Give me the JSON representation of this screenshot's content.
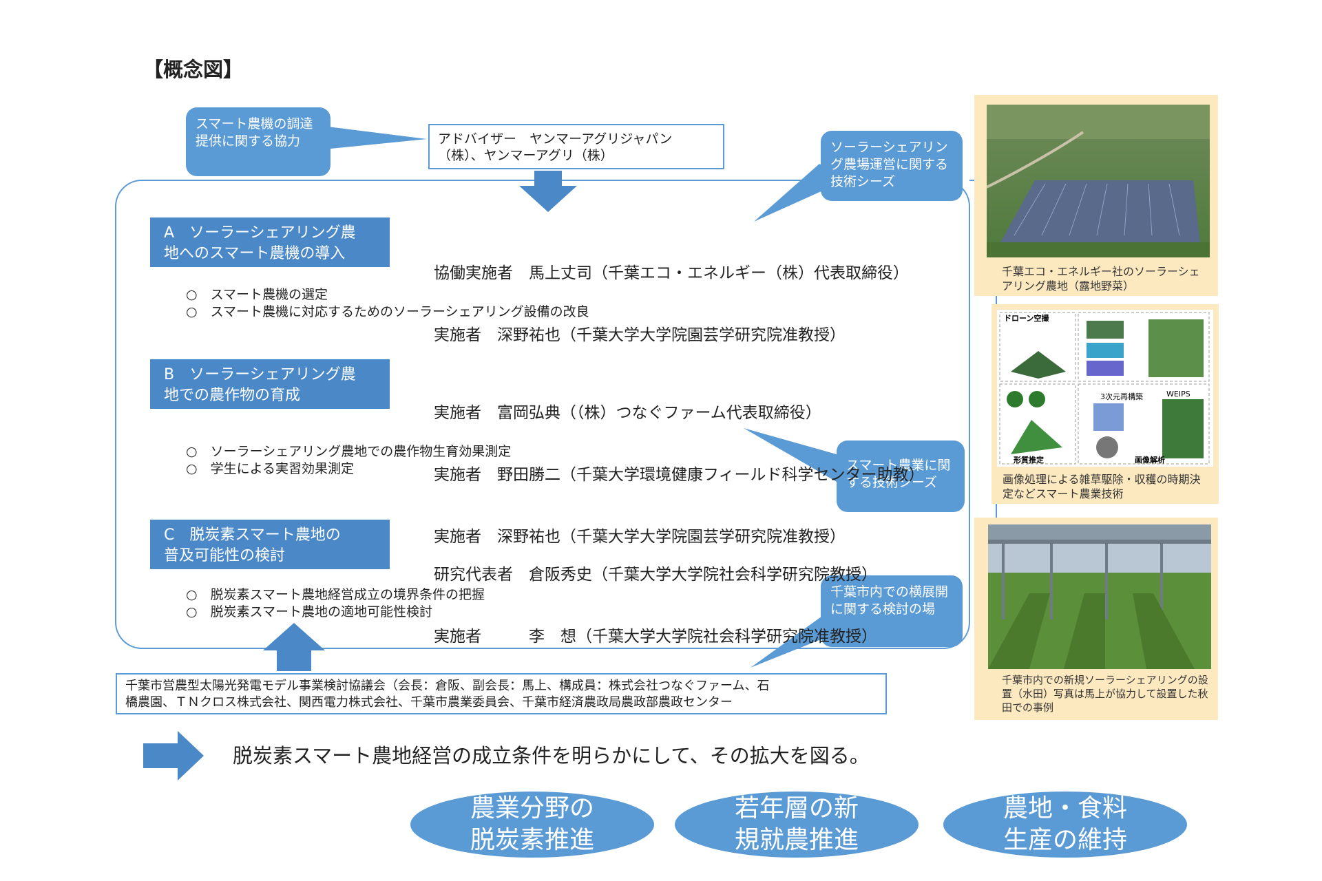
{
  "title": "【概念図】",
  "callouts": {
    "tl": "スマート農機の調達提供に関する協力",
    "tr": "ソーラーシェアリング農場運営に関する技術シーズ",
    "mr": "スマート農業に関する技術シーズ",
    "br": "千葉市内での横展開に関する検討の場"
  },
  "advisor": {
    "line1": "アドバイザー　ヤンマーアグリジャパン",
    "line2": "（株）、ヤンマーアグリ（株）"
  },
  "sections": [
    {
      "header1": "A　ソーラーシェアリング農",
      "header2": "地へのスマート農機の導入",
      "people": [
        "協働実施者　馬上丈司（千葉エコ・エネルギー（株）代表取締役）",
        "実施者　深野祐也（千葉大学大学院園芸学研究院准教授）"
      ],
      "bullets": [
        "○　スマート農機の選定",
        "○　スマート農機に対応するためのソーラーシェアリング設備の改良"
      ]
    },
    {
      "header1": "B　ソーラーシェアリング農",
      "header2": "地での農作物の育成",
      "people": [
        "実施者　富岡弘典（（株）つなぐファーム代表取締役）",
        "実施者　野田勝二（千葉大学環境健康フィールド科学センター助教）",
        "実施者　深野祐也（千葉大学大学院園芸学研究院准教授）"
      ],
      "bullets": [
        "○　ソーラーシェアリング農地での農作物生育効果測定",
        "○　学生による実習効果測定"
      ]
    },
    {
      "header1": "C　脱炭素スマート農地の",
      "header2": "普及可能性の検討",
      "people": [
        "研究代表者　倉阪秀史（千葉大学大学院社会科学研究院教授）",
        "実施者　　　李　想（千葉大学大学院社会科学研究院准教授）"
      ],
      "bullets": [
        "○　脱炭素スマート農地経営成立の境界条件の把握",
        "○　脱炭素スマート農地の適地可能性検討"
      ]
    }
  ],
  "council": {
    "line1": "千葉市営農型太陽光発電モデル事業検討協議会（会長：倉阪、副会長：馬上、構成員：株式会社つなぐファーム、石",
    "line2": "橋農園、ＴＮクロス株式会社、関西電力株式会社、千葉市農業委員会、千葉市経済農政局農政部農政センター"
  },
  "conclusion": "脱炭素スマート農地経営の成立条件を明らかにして、その拡大を図る。",
  "goals": [
    {
      "line1": "農業分野の",
      "line2": "脱炭素推進"
    },
    {
      "line1": "若年層の新",
      "line2": "規就農推進"
    },
    {
      "line1": "農地・食料",
      "line2": "生産の維持"
    }
  ],
  "photos": {
    "cap1": "千葉エコ・エネルギー社のソーラーシェアリング農地（露地野菜）",
    "cap2": "画像処理による雑草駆除・収穫の時期決定などスマート農業技術",
    "cap3": "千葉市内での新規ソーラーシェアリングの設置（水田）写真は馬上が協力して設置した秋田での事例",
    "diagram_labels": {
      "drone": "ドローン空撮",
      "recon": "3次元再構築",
      "weips": "WEIPS",
      "trait": "形質推定",
      "analysis": "画像解析"
    }
  }
}
